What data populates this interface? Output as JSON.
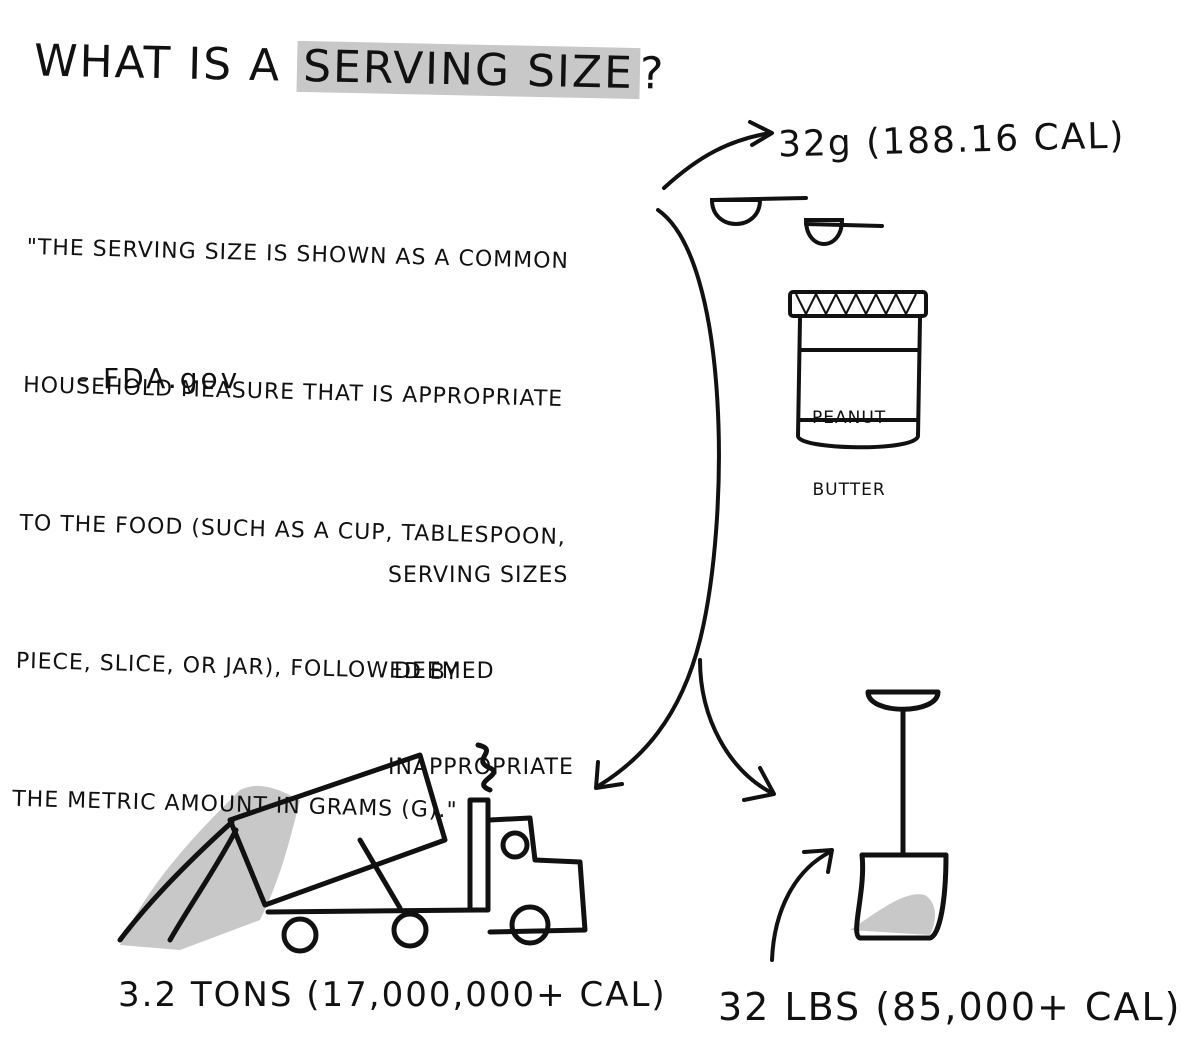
{
  "title": {
    "prefix": "What is a ",
    "highlight": "serving size",
    "suffix": "?"
  },
  "quote": {
    "lines": [
      "\"The serving size is shown as a common",
      "household measure that is appropriate",
      "to the food (such as a cup, tablespoon,",
      "piece, slice, or jar), followed by",
      "the metric amount in grams (g).\""
    ],
    "attribution": "- FDA.gov"
  },
  "small_serving": "32g (188.16 CAL)",
  "jar_label": [
    "Peanut",
    "Butter"
  ],
  "inappropriate_note": [
    "Serving sizes",
    "deemed",
    "inappropriate"
  ],
  "truck_caption": "3.2 TONS (17,000,000+ CAL)",
  "shovel_caption": "32 LBS (85,000+ CAL)",
  "colors": {
    "ink": "#111111",
    "shade": "#c8c8c8",
    "background": "#ffffff"
  }
}
